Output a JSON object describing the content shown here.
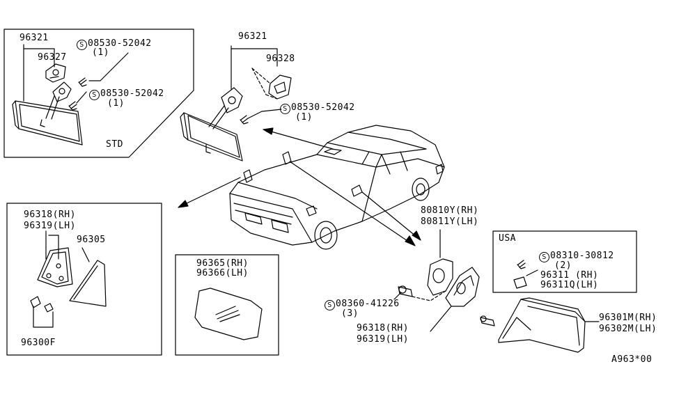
{
  "labels": {
    "std_part": "96321",
    "std_base": "96327",
    "std_screw1_num": "08530-52042",
    "std_screw1_qty": "(1)",
    "std_screw2_num": "08530-52042",
    "std_screw2_qty": "(1)",
    "std_title": "STD",
    "alt_part": "96321",
    "alt_base": "96328",
    "alt_screw_num": "08530-52042",
    "alt_screw_qty": "(1)",
    "trim_rh": "96318(RH)",
    "trim_lh": "96319(LH)",
    "trim_cover": "96305",
    "trim_clip": "96300F",
    "glass_rh": "96365(RH)",
    "glass_lh": "96366(LH)",
    "base_rh": "80810Y(RH)",
    "base_lh": "80811Y(LH)",
    "usa_title": "USA",
    "usa_screw_num": "08310-30812",
    "usa_screw_qty": "(2)",
    "usa_cap_rh": "96311 (RH)",
    "usa_cap_lh": "96311Q(LH)",
    "bolt_num": "08360-41226",
    "bolt_qty": "(3)",
    "bracket_rh": "96318(RH)",
    "bracket_lh": "96319(LH)",
    "mirror_rh": "96301M(RH)",
    "mirror_lh": "96302M(LH)",
    "diagram_code": "A963*00"
  },
  "symbol": "S"
}
